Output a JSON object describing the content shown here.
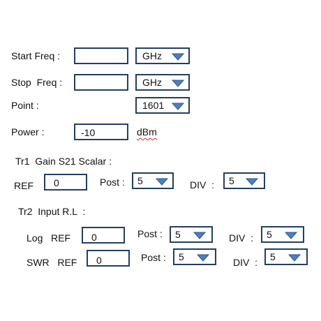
{
  "start_freq": {
    "label": "Start Freq :",
    "value": "",
    "unit": "GHz"
  },
  "stop_freq": {
    "label": "Stop  Freq :",
    "value": "",
    "unit": "GHz"
  },
  "point": {
    "label": "Point :",
    "value": "1601"
  },
  "power": {
    "label": "Power :",
    "value": "-10",
    "unit": "dBm"
  },
  "tr1": {
    "title": "Tr1  Gain S21 Scalar :",
    "ref_label": "REF",
    "ref_value": "0",
    "post_label": "Post :",
    "post_value": "5",
    "div_label": "DIV  :",
    "div_value": "5"
  },
  "tr2": {
    "title": "Tr2  Input R.L  :",
    "log": {
      "label": "Log   REF",
      "ref_value": "0",
      "post_label": "Post :",
      "post_value": "5",
      "div_label": "DIV  :",
      "div_value": "5"
    },
    "swr": {
      "label": "SWR   REF",
      "ref_value": "0",
      "post_label": "Post :",
      "post_value": "5",
      "div_label": "DIV  :",
      "div_value": "5"
    }
  },
  "colors": {
    "border": "#243e5e",
    "triangle_fill": "#4f7fc0",
    "triangle_stroke": "#2b5390",
    "spell_underline": "#d22222"
  },
  "icons": {
    "dropdown": "chevron-down-icon"
  }
}
